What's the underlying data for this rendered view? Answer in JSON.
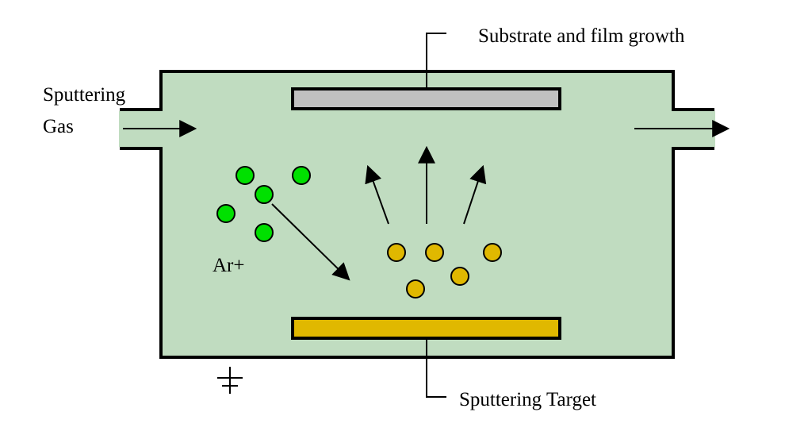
{
  "labels": {
    "substrate": "Substrate and film growth",
    "gas_line1": "Sputtering",
    "gas_line2": "Gas",
    "ion": "Ar+",
    "target": "Sputtering Target"
  },
  "colors": {
    "chamber_fill": "#c0dcc0",
    "outline": "#000000",
    "substrate_fill": "#c0c0c0",
    "target_fill": "#e0b800",
    "argon_ion": "#00e000",
    "sputtered_atom": "#e0b800",
    "background": "#ffffff"
  },
  "icons": {
    "ground": "ground-symbol-icon"
  }
}
